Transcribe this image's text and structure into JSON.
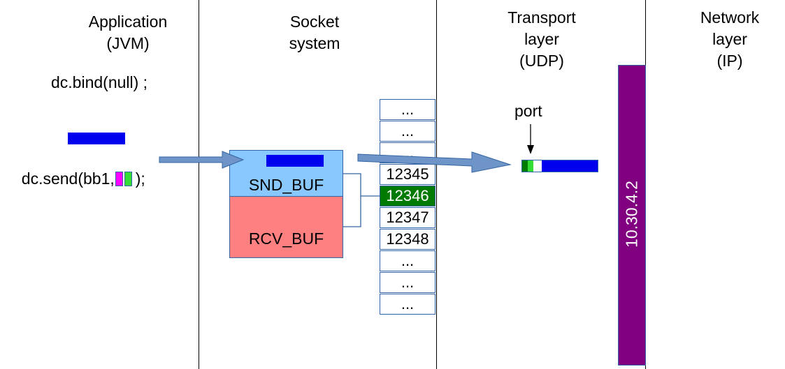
{
  "layers": {
    "application": "Application\n(JVM)",
    "socket": "Socket\nsystem",
    "transport": "Transport\nlayer\n(UDP)",
    "network": "Network\nlayer\n(IP)"
  },
  "code": {
    "bind": "dc.bind(null) ;",
    "send_prefix": "dc.send(bb1,",
    "send_suffix": ");"
  },
  "buffers": {
    "send": "SND_BUF",
    "receive": "RCV_BUF"
  },
  "ports": [
    "...",
    "...",
    "...",
    "12345",
    "12346",
    "12347",
    "12348",
    "...",
    "...",
    "..."
  ],
  "selected_port": "12346",
  "port_label": "port",
  "ip_address": "10.30.4.2",
  "colors": {
    "payload": "#0000ee",
    "addr_magenta": "#ff00ff",
    "addr_green": "#33dd33",
    "port_selected": "#007a00",
    "snd_buf": "#88c8ff",
    "rcv_buf": "#ff8080",
    "ip_bar": "#800080",
    "arrow": "#6f95c8"
  }
}
